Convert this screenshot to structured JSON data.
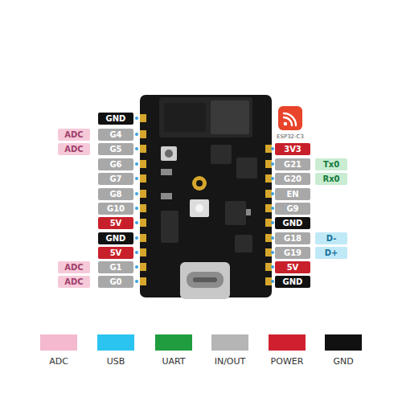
{
  "diagram": {
    "nodes": [
      {
        "text": [
          "GND"
        ]
      },
      {
        "text": [
          "ADC"
        ]
      },
      {
        "text": [
          "G4"
        ]
      },
      {
        "text": [
          "ADC"
        ]
      },
      {
        "text": [
          "G5"
        ]
      },
      {
        "text": [
          "3V3"
        ]
      },
      {
        "text": [
          "G6"
        ]
      },
      {
        "text": [
          "G21"
        ]
      },
      {
        "text": [
          "Tx0"
        ]
      },
      {
        "text": [
          "G7"
        ]
      },
      {
        "text": [
          "G20"
        ]
      },
      {
        "text": [
          "Rx0"
        ]
      },
      {
        "text": [
          "G8"
        ]
      },
      {
        "text": [
          "EN"
        ]
      },
      {
        "text": [
          "G10"
        ]
      },
      {
        "text": [
          "G9"
        ]
      },
      {
        "text": [
          "5V"
        ]
      },
      {
        "text": [
          "GND"
        ]
      },
      {
        "text": [
          "GND"
        ]
      },
      {
        "text": [
          "G18"
        ]
      },
      {
        "text": [
          "D-"
        ]
      },
      {
        "text": [
          "5V"
        ]
      },
      {
        "text": [
          "G19"
        ]
      },
      {
        "text": [
          "D+"
        ]
      },
      {
        "text": [
          "ADC"
        ]
      },
      {
        "text": [
          "G1"
        ]
      },
      {
        "text": [
          "5V"
        ]
      },
      {
        "text": [
          "ADC"
        ]
      },
      {
        "text": [
          "G0"
        ]
      },
      {
        "text": [
          "GND"
        ]
      }
    ],
    "labels": [
      "ESP32-C3"
    ],
    "legend": [
      {
        "text": "ADC",
        "color": "#f4b8cf"
      },
      {
        "text": "USB",
        "color": "#2bc4f0"
      },
      {
        "text": "UART",
        "color": "#1f9d3f"
      },
      {
        "text": "IN/OUT",
        "color": "#b5b5b5"
      },
      {
        "text": "POWER",
        "color": "#d02030"
      },
      {
        "text": "GND",
        "color": "#111111"
      }
    ]
  }
}
